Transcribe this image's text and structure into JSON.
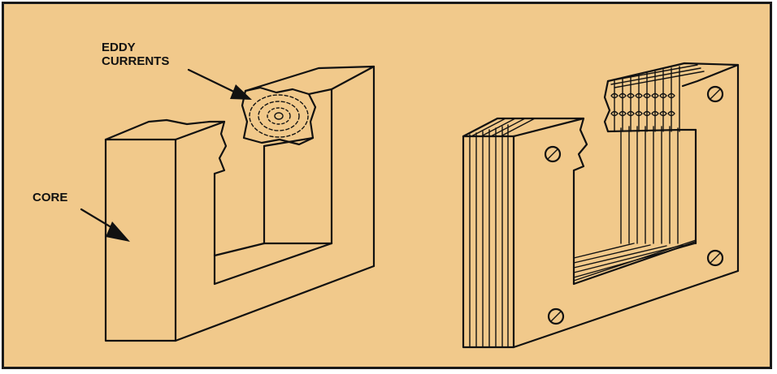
{
  "colors": {
    "background": "#f1c98b",
    "ink": "#111111",
    "border": "#1a1a1a"
  },
  "labels": {
    "eddy_line1": "EDDY",
    "eddy_line2": "CURRENTS",
    "core": "CORE"
  },
  "figures": {
    "left": "solid-core",
    "right": "laminated-core"
  }
}
